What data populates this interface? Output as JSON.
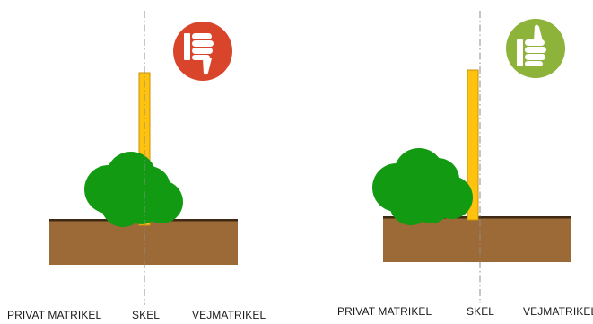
{
  "panels": [
    {
      "verdict": "bad",
      "verdict_icon": "thumbs-down-icon",
      "verdict_color": "#D9452B",
      "labels": {
        "left": "PRIVAT MATRIKEL",
        "center": "SKEL",
        "right": "VEJMATRIKEL"
      }
    },
    {
      "verdict": "good",
      "verdict_icon": "thumbs-up-icon",
      "verdict_color": "#8DB33A",
      "labels": {
        "left": "PRIVAT MATRIKEL",
        "center": "SKEL",
        "right": "VEJMATRIKEL"
      }
    }
  ],
  "colors": {
    "soil": "#9B6A37",
    "soil_top": "#3E2A14",
    "hedge": "#129A12",
    "hedge_dark": "#0E850E",
    "post": "#FFC20E",
    "post_edge": "#C9930A",
    "boundary_line": "#8C8C8C"
  }
}
